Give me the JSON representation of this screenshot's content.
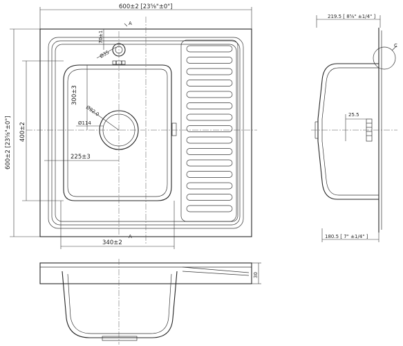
{
  "top_view": {
    "overall_width": "600±2 [23⅝\"±0\"]",
    "overall_height": "600±2 [23⅝\"±0\"]",
    "bowl_height": "400±2",
    "bowl_width": "340±2",
    "drain_offset_x": "225±3",
    "drain_offset_y": "300±3",
    "tap_hole_offset": "70±1",
    "tap_hole_dia": "Ø35",
    "drain_outer_dia": "Ø92.0",
    "drain_inner_dia": "Ø114",
    "section_mark": "A",
    "drainboard_slots": 15
  },
  "side_view": {
    "top_width": "219.5 [ 8⅝\" ±1/4\" ]",
    "bottom_width": "180.5 [ 7\" ±1/4\" ]",
    "drain_depth": "25.5",
    "detail_mark": "C"
  },
  "front_view": {
    "rim_height": "30"
  }
}
